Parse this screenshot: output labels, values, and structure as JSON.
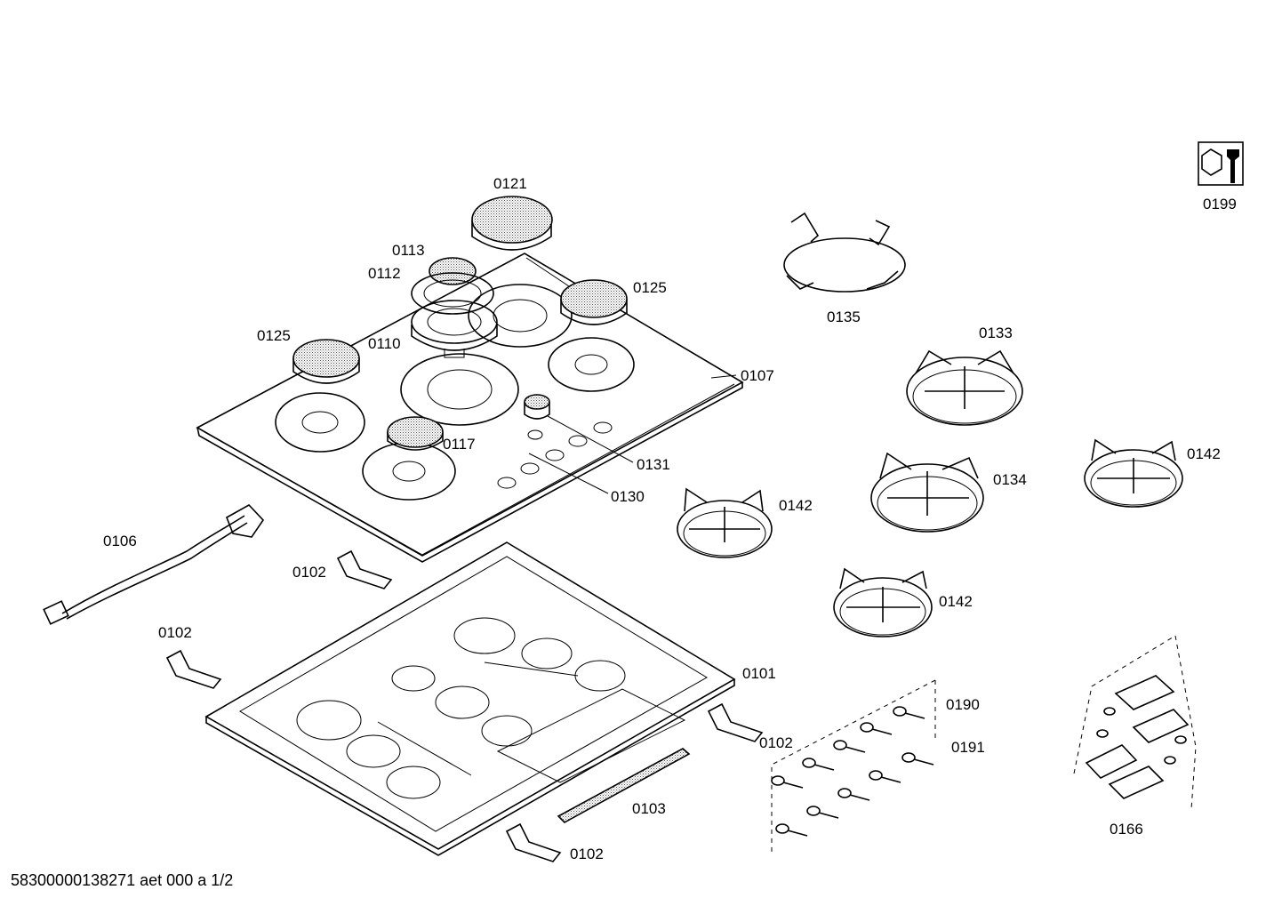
{
  "labels": {
    "p0121": "0121",
    "p0113": "0113",
    "p0112": "0112",
    "p0125a": "0125",
    "p0125b": "0125",
    "p0110": "0110",
    "p0107": "0107",
    "p0117": "0117",
    "p0131": "0131",
    "p0130": "0130",
    "p0106": "0106",
    "p0102a": "0102",
    "p0102b": "0102",
    "p0102c": "0102",
    "p0102d": "0102",
    "p0101": "0101",
    "p0103": "0103",
    "p0199": "0199",
    "p0135": "0135",
    "p0133": "0133",
    "p0134": "0134",
    "p0142a": "0142",
    "p0142b": "0142",
    "p0142c": "0142",
    "p0190": "0190",
    "p0191": "0191",
    "p0166": "0166"
  },
  "footer": "58300000138271 aet 000 a 1/2",
  "icons": {
    "service": "wrench-icon"
  }
}
